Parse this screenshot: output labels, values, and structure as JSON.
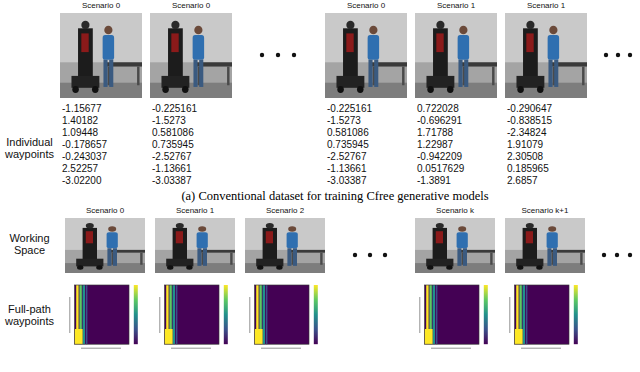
{
  "diagram": {
    "caption": "(a) Conventional dataset for training Cfree generative models",
    "labels": [
      "Scenario 0",
      "Scenario 0",
      "Scenario 0",
      "Scenario 1",
      "Scenario 1",
      "Individual waypoints",
      "-1.15677",
      "1.40182",
      "1.09448",
      "-0.178657",
      "-0.243037",
      "2.52257",
      "-3.02200",
      "-0.225161",
      "-1.5273",
      "0.581086",
      "0.735945",
      "-2.52767",
      "-1.13661",
      "-3.03387",
      "-0.225161",
      "-1.5273",
      "0.581086",
      "0.735945",
      "-2.52767",
      "-1.13661",
      "-3.03387",
      "0.722028",
      "-0.696291",
      "1.71788",
      "1.22987",
      "-0.942209",
      "0.0517629",
      "-1.3891",
      "-0.290647",
      "-0.838515",
      "-2.34824",
      "1.91079",
      "2.30508",
      "0.185965",
      "2.6857",
      "Scenario 0",
      "Scenario 1",
      "Scenario 2",
      "Scenario k",
      "Scenario k+1",
      "Working Space",
      "Full-path waypoints"
    ]
  }
}
